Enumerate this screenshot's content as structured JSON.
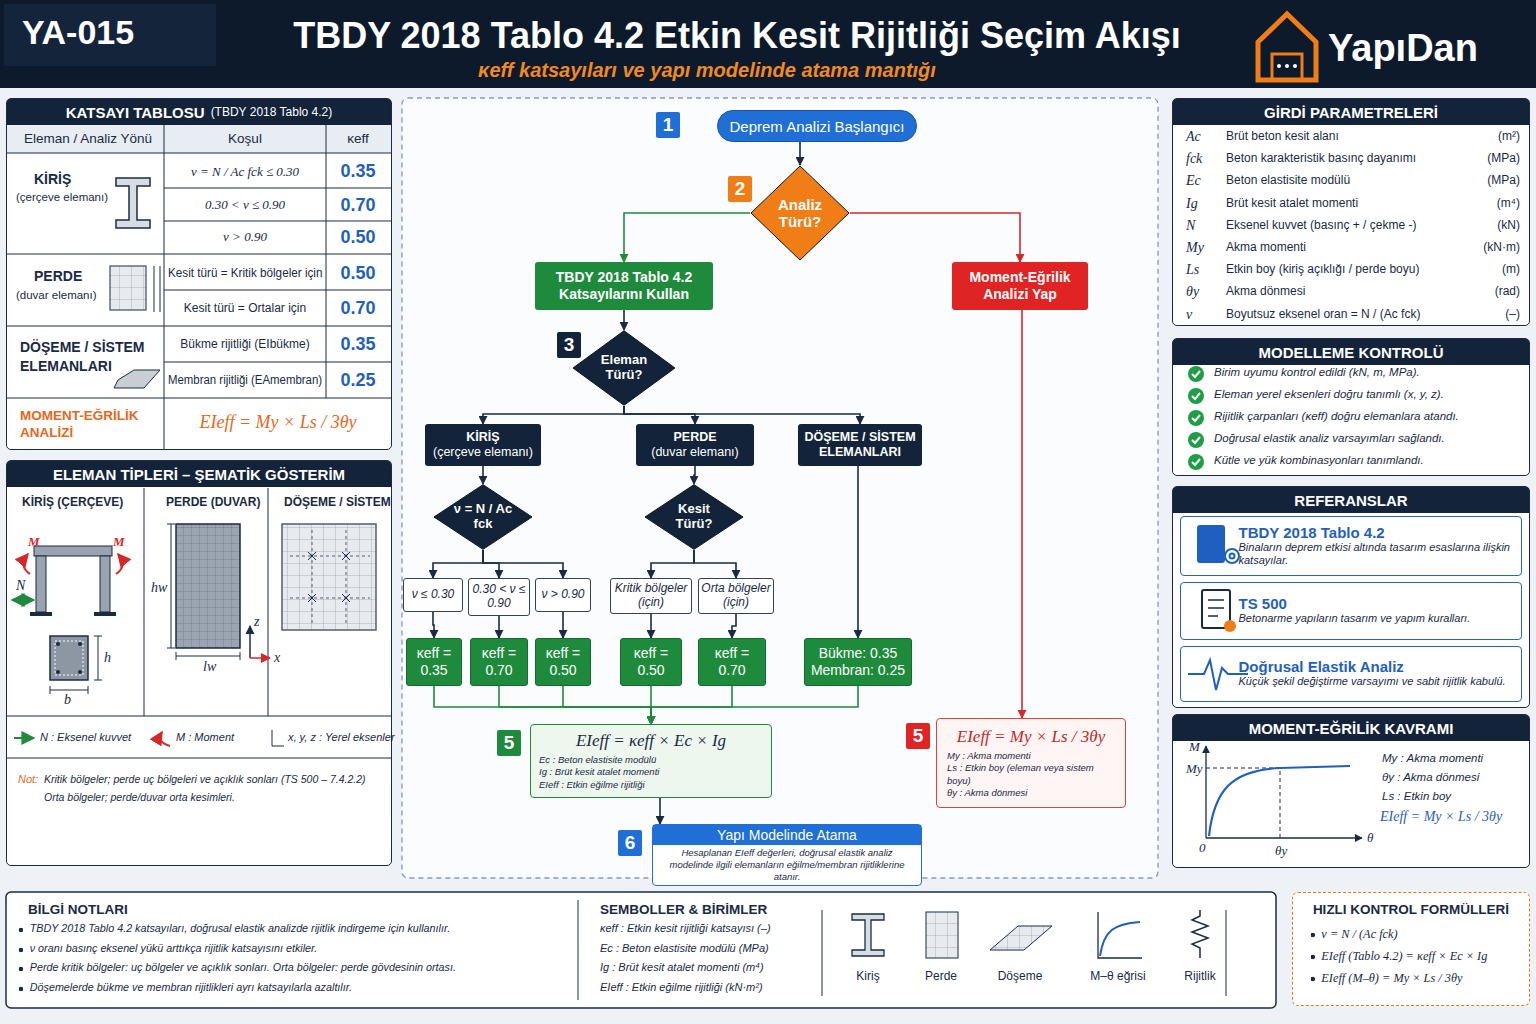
{
  "diagram": {
    "title": "TBDY 2018 Tablo 4.2 Etkin Kesit Rijitliği Seçim Akışı",
    "nodes": [
      {
        "text": [
          "KATSAYI TABLOSU",
          "(TBDY 2018 Tablo 4.2)"
        ]
      },
      {
        "text": [
          "ELEMAN TİPLERİ – ŞEMATİK GÖSTERİM"
        ]
      },
      {
        "text": [
          "Deprem Analizi Başlangıcı"
        ]
      },
      {
        "text": [
          "Analiz Türü?"
        ]
      },
      {
        "text": [
          "TBDY 2018 Tablo 4.2 Katsayılarını Kullan"
        ]
      },
      {
        "text": [
          "Moment-Eğrilik Analizi Yap"
        ]
      },
      {
        "text": [
          "Eleman Türü?"
        ]
      },
      {
        "text": [
          "KİRİŞ",
          "(çerçeve elemanı)"
        ]
      },
      {
        "text": [
          "PERDE",
          "(duvar elemanı)"
        ]
      },
      {
        "text": [
          "DÖŞEME / SİSTEM ELEMANLARI"
        ]
      },
      {
        "text": [
          "ν = N / Ac fck"
        ]
      },
      {
        "text": [
          "Kesit Türü?"
        ]
      },
      {
        "text": [
          "ν ≤ 0.30"
        ]
      },
      {
        "text": [
          "0.30 < ν ≤ 0.90"
        ]
      },
      {
        "text": [
          "ν > 0.90"
        ]
      },
      {
        "text": [
          "Kritik bölgeler (için)"
        ]
      },
      {
        "text": [
          "Orta bölgeler (için)"
        ]
      },
      {
        "text": [
          "κeff = 0.35"
        ]
      },
      {
        "text": [
          "κeff = 0.70"
        ]
      },
      {
        "text": [
          "κeff = 0.50"
        ]
      },
      {
        "text": [
          "κeff = 0.50"
        ]
      },
      {
        "text": [
          "κeff = 0.70"
        ]
      },
      {
        "text": [
          "Bükme: 0.35 Membran: 0.25"
        ]
      },
      {
        "text": [
          "EIeff = κeff × Ec × Ig",
          "Ec : Beton elastisite modülü",
          "Ig : Brüt kesit atalet momenti",
          "EIeff : Etkin eğilme rijitliği"
        ]
      },
      {
        "text": [
          "EIeff = My × Ls / 3θy",
          "My : Akma momenti",
          "Ls : Etkin boy (eleman veya sistem boyu)",
          "θy : Akma dönmesi"
        ]
      },
      {
        "text": [
          "Yapı Modelinde Atama",
          "Hesaplanan EIeff değerleri, doğrusal elastik analiz modelinde ilgili elemanların eğilme/membran rijitliklerine atanır."
        ]
      },
      {
        "text": [
          "GİRDİ PARAMETRELERİ"
        ]
      },
      {
        "text": [
          "MODELLEME KONTROLÜ"
        ]
      },
      {
        "text": [
          "REFERANSLAR"
        ]
      },
      {
        "text": [
          "TBDY 2018 Tablo 4.2",
          "Binaların deprem etkisi altında tasarım esaslarına ilişkin katsayılar."
        ],
        "in": 28
      },
      {
        "text": [
          "TS 500",
          "Betonarme yapıların tasarım ve yapım kuralları."
        ],
        "in": 28
      },
      {
        "text": [
          "Doğrusal Elastik Analiz",
          "Küçük şekil değiştirme varsayımı ve sabit rijitlik kabulü."
        ],
        "in": 28
      },
      {
        "text": [
          "MOMENT-EĞRİLİK KAVRAMI"
        ]
      },
      {
        "text": [
          "BİLGİ NOTLARI"
        ]
      },
      {
        "text": [
          "SEMBOLLER & BİRİMLER"
        ]
      },
      {
        "text": [
          "HIZLI KONTROL FORMÜLLERİ"
        ]
      }
    ],
    "edges": [
      {
        "from": 2,
        "to": 3,
        "arrow": "to"
      },
      {
        "from": 3,
        "to": 4,
        "arrow": "to"
      },
      {
        "from": 3,
        "to": 5,
        "arrow": "to"
      },
      {
        "from": 4,
        "to": 6,
        "arrow": "to"
      },
      {
        "from": 6,
        "to": 7,
        "arrow": "to"
      },
      {
        "from": 6,
        "to": 8,
        "arrow": "to"
      },
      {
        "from": 6,
        "to": 9,
        "arrow": "to"
      },
      {
        "from": 7,
        "to": 10,
        "arrow": "to"
      },
      {
        "from": 8,
        "to": 11,
        "arrow": "to"
      },
      {
        "from": 10,
        "to": 12,
        "arrow": "to"
      },
      {
        "from": 10,
        "to": 13,
        "arrow": "to"
      },
      {
        "from": 10,
        "to": 14,
        "arrow": "to"
      },
      {
        "from": 11,
        "to": 15,
        "arrow": "to"
      },
      {
        "from": 11,
        "to": 16,
        "arrow": "to"
      },
      {
        "from": 12,
        "to": 17,
        "arrow": "to"
      },
      {
        "from": 13,
        "to": 18,
        "arrow": "to"
      },
      {
        "from": 14,
        "to": 19,
        "arrow": "to"
      },
      {
        "from": 15,
        "to": 20,
        "arrow": "to"
      },
      {
        "from": 16,
        "to": 21,
        "arrow": "to"
      },
      {
        "from": 9,
        "to": 22,
        "arrow": "to"
      },
      {
        "from": 17,
        "to": 23,
        "arrow": "to"
      },
      {
        "from": 18,
        "to": 23,
        "arrow": "to"
      },
      {
        "from": 19,
        "to": 23,
        "arrow": "to"
      },
      {
        "from": 20,
        "to": 23,
        "arrow": "to"
      },
      {
        "from": 21,
        "to": 23,
        "arrow": "to"
      },
      {
        "from": 22,
        "to": 23,
        "arrow": "to"
      },
      {
        "from": 5,
        "to": 24,
        "arrow": "to"
      },
      {
        "from": 23,
        "to": 25,
        "arrow": "to"
      }
    ],
    "labels": [
      "YA-015",
      "κeff katsayıları ve yapı modelinde atama mantığı",
      "YapıDan",
      "Eleman / Analiz Yönü",
      "Koşul",
      "κeff",
      "KİRİŞ",
      "(çerçeve elemanı)",
      "ν = N / Ac fck ≤ 0.30",
      "0.35",
      "0.30 < ν ≤ 0.90",
      "0.70",
      "ν > 0.90",
      "0.50",
      "PERDE",
      "(duvar elemanı)",
      "Kesit türü = Kritik bölgeler için",
      "0.50",
      "Kesit türü = Ortalar için",
      "0.70",
      "DÖŞEME / SİSTEM",
      "ELEMANLARI",
      "Bükme rijitliği (EIbükme)",
      "0.35",
      "Membran rijitliği (EAmembran)",
      "0.25",
      "MOMENT-EĞRİLİK",
      "ANALİZİ",
      "EIeff = My × Ls / 3θy",
      "KİRİŞ (ÇERÇEVE)",
      "PERDE (DUVAR)",
      "DÖŞEME / SİSTEM",
      "M",
      "M",
      "N",
      "h",
      "b",
      "hw",
      "lw",
      "z",
      "x",
      "Not:",
      "Kritik bölgeler; perde uç bölgeleri ve açıklık sonları (TS 500 – 7.4.2.2)",
      "Orta bölgeler; perde/duvar orta kesimleri.",
      "1",
      "2",
      "3",
      "5",
      "5",
      "6",
      "Ac",
      "Brüt beton kesit alanı",
      "(m²)",
      "fck",
      "Beton karakteristik basınç dayanımı",
      "(MPa)",
      "Ec",
      "Beton elastisite modülü",
      "(MPa)",
      "Ig",
      "Brüt kesit atalet momenti",
      "(m⁴)",
      "N",
      "Eksenel kuvvet (basınç + / çekme -)",
      "(kN)",
      "My",
      "Akma momenti",
      "(kN·m)",
      "Ls",
      "Etkin boy (kiriş açıklığı / perde boyu)",
      "(m)",
      "θy",
      "Akma dönmesi",
      "(rad)",
      "ν",
      "Boyutsuz eksenel oran = N / (Ac fck)",
      "(–)",
      "Birim uyumu kontrol edildi (kN, m, MPa).",
      "Eleman yerel eksenleri doğru tanımlı (x, y, z).",
      "Rijitlik çarpanları (κeff) doğru elemanlara atandı.",
      "Doğrusal elastik analiz varsayımları sağlandı.",
      "Kütle ve yük kombinasyonları tanımlandı.",
      "M",
      "My",
      "0",
      "θy",
      "θ",
      "My : Akma momenti",
      "θy : Akma dönmesi",
      "Ls : Etkin boy",
      "EIeff = My × Ls / 3θy",
      "TBDY 2018 Tablo 4.2 katsayıları, doğrusal elastik analizde rijitlik indirgeme için kullanılır.",
      "ν oranı basınç eksenel yükü arttıkça rijitlik katsayısını etkiler.",
      "Perde kritik bölgeler: uç bölgeler ve açıklık sonları. Orta bölgeler: perde gövdesinin ortası.",
      "Döşemelerde bükme ve membran rijitlikleri ayrı katsayılarla azaltılır.",
      "κeff : Etkin kesit rijitliği katsayısı (–)",
      "Ec : Beton elastisite modülü (MPa)",
      "Ig : Brüt kesit atalet momenti (m⁴)",
      "EIeff : Etkin eğilme rijitliği (kN·m²)",
      "Kiriş",
      "Perde",
      "Döşeme",
      "M–θ eğrisi",
      "Rijitlik",
      "ν = N / (Ac fck)",
      "EIeff (Tablo 4.2) = κeff × Ec × Ig",
      "EIeff (M–θ) = My × Ls / 3θy"
    ],
    "legend": [
      {
        "text": "N : Eksenel kuvvet"
      },
      {
        "text": "M : Moment"
      },
      {
        "text": "x, y, z : Yerel eksenler"
      }
    ]
  }
}
